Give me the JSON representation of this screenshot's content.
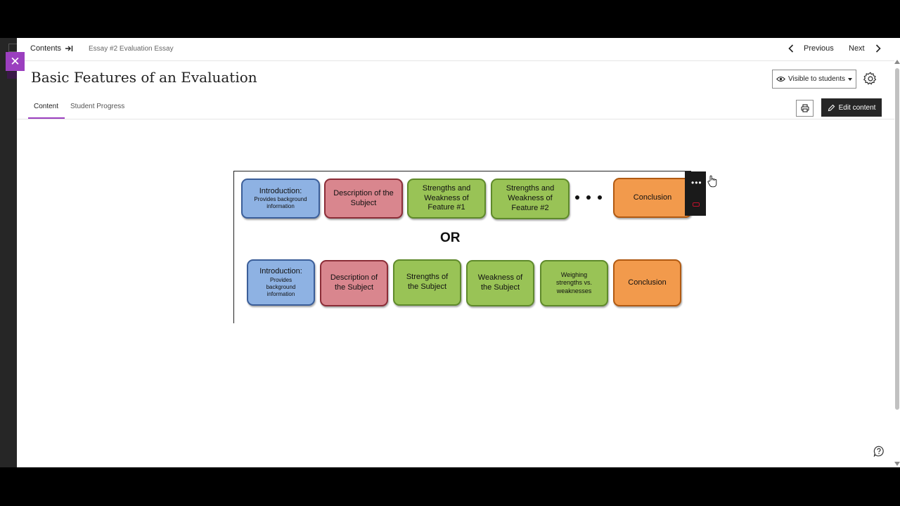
{
  "nav": {
    "contents_label": "Contents",
    "breadcrumb": "Essay #2 Evaluation Essay",
    "previous_label": "Previous",
    "next_label": "Next"
  },
  "header": {
    "title": "Basic Features of an Evaluation",
    "visibility_label": "Visible to students"
  },
  "tabs": [
    {
      "label": "Content",
      "active": true
    },
    {
      "label": "Student Progress",
      "active": false
    }
  ],
  "toolbar": {
    "edit_label": "Edit content"
  },
  "diagram": {
    "row1": [
      {
        "title": "Introduction:",
        "subtitle": "Provides background information",
        "color": "blue"
      },
      {
        "title": "Description of the Subject",
        "color": "pink"
      },
      {
        "title": "Strengths and Weakness of Feature #1",
        "color": "green"
      },
      {
        "title": "Strengths and Weakness of Feature #2",
        "color": "green"
      },
      {
        "title": "Conclusion",
        "color": "orange"
      }
    ],
    "separator": "OR",
    "row2": [
      {
        "title": "Introduction:",
        "subtitle": "Provides background information",
        "color": "blue"
      },
      {
        "title": "Description of the Subject",
        "color": "pink"
      },
      {
        "title": "Strengths of the Subject",
        "color": "green"
      },
      {
        "title": "Weakness of the Subject",
        "color": "green"
      },
      {
        "title": "Weighing strengths vs. weaknesses",
        "color": "green"
      },
      {
        "title": "Conclusion",
        "color": "orange"
      }
    ]
  },
  "colors": {
    "accent": "#9b3fbf",
    "box_blue": "#8eb2e3",
    "box_pink": "#d9868e",
    "box_green": "#99c356",
    "box_orange": "#f29a4c"
  },
  "icons": [
    "close-icon",
    "contents-arrow-icon",
    "chevron-left-icon",
    "chevron-right-icon",
    "eye-icon",
    "caret-down-icon",
    "gear-icon",
    "print-icon",
    "pencil-icon",
    "more-icon",
    "help-icon",
    "hand-cursor-icon"
  ]
}
